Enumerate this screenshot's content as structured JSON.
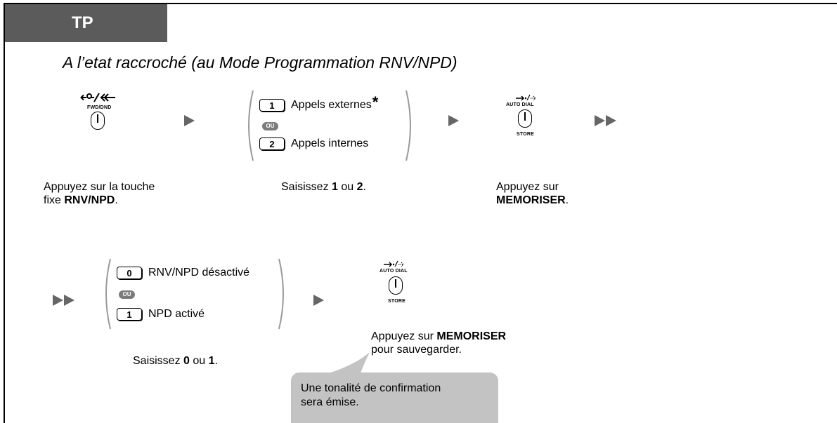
{
  "header": {
    "tab_label": "TP"
  },
  "heading": "A l’etat raccroché (au Mode Programmation RNV/NPD)",
  "step1": {
    "key_label": "FWD/DND",
    "caption_line1": "Appuyez sur la touche",
    "caption_line2_prefix": "fixe ",
    "caption_line2_bold": "RNV/NPD",
    "caption_line2_suffix": "."
  },
  "step2": {
    "options": [
      {
        "key": "1",
        "label": "Appels externes",
        "mark": "*"
      },
      {
        "key": "2",
        "label": "Appels internes"
      }
    ],
    "ou": "OU",
    "caption_prefix": "Saisissez ",
    "caption_b1": "1",
    "caption_mid": " ou ",
    "caption_b2": "2",
    "caption_suffix": "."
  },
  "step3": {
    "top_label": "AUTO DIAL",
    "bottom_label": "STORE",
    "caption_line1": "Appuyez sur",
    "caption_bold": "MEMORISER",
    "caption_suffix": "."
  },
  "step4": {
    "options": [
      {
        "key": "0",
        "label": "RNV/NPD désactivé"
      },
      {
        "key": "1",
        "label": "NPD activé"
      }
    ],
    "ou": "OU",
    "caption_prefix": "Saisissez ",
    "caption_b1": "0",
    "caption_mid": " ou ",
    "caption_b2": "1",
    "caption_suffix": "."
  },
  "step5": {
    "top_label": "AUTO DIAL",
    "bottom_label": "STORE",
    "caption_prefix": "Appuyez sur ",
    "caption_bold": "MEMORISER",
    "caption_line2": "pour sauvegarder."
  },
  "bubble": {
    "line1": "Une tonalité de confirmation",
    "line2": "sera émise."
  },
  "colors": {
    "tab_bg": "#5b5b5b",
    "arrow": "#666666",
    "bubble_bg": "#c3c3c3",
    "ou_badge": "#7b7b7b"
  },
  "icons": [
    "fwd-dnd-arrow-icon",
    "auto-dial-arrow-icon",
    "next-arrow-icon",
    "double-arrow-icon"
  ]
}
